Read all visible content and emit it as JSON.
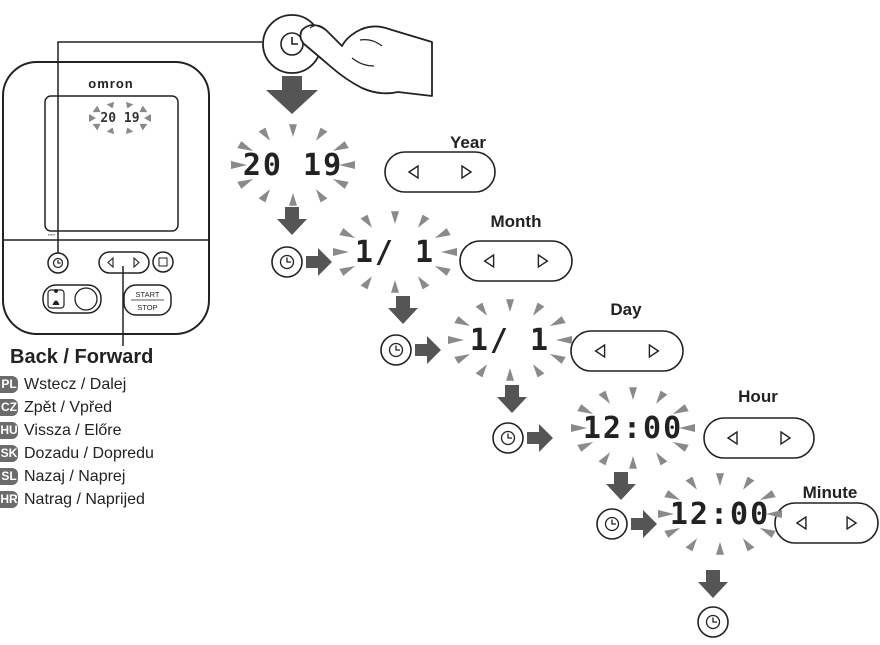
{
  "device": {
    "brand": "omron",
    "lcd_year": "20 19",
    "start_stop_line1": "START",
    "start_stop_line2": "STOP"
  },
  "steps": [
    {
      "label": "Year",
      "display": "20 19"
    },
    {
      "label": "Month",
      "display": "1/ 1"
    },
    {
      "label": "Day",
      "display": "1/ 1"
    },
    {
      "label": "Hour",
      "display": "12:00"
    },
    {
      "label": "Minute",
      "display": "12:00"
    }
  ],
  "legend": {
    "title": "Back / Forward",
    "items": [
      {
        "code": "PL",
        "text": "Wstecz / Dalej"
      },
      {
        "code": "CZ",
        "text": "Zpět / Vpřed"
      },
      {
        "code": "HU",
        "text": "Vissza / Előre"
      },
      {
        "code": "SK",
        "text": "Dozadu / Dopredu"
      },
      {
        "code": "SL",
        "text": "Nazaj / Naprej"
      },
      {
        "code": "HR",
        "text": "Natrag / Naprijed"
      }
    ]
  },
  "icons": {
    "clock": "clock-icon",
    "left": "triangle-left-icon",
    "right": "triangle-right-icon",
    "hand": "hand-pointer-icon",
    "arrow": "arrow-icon"
  },
  "colors": {
    "ink": "#222222",
    "arrow": "#555555",
    "blink": "#8a8a8a",
    "badge": "#6b6b6b"
  }
}
